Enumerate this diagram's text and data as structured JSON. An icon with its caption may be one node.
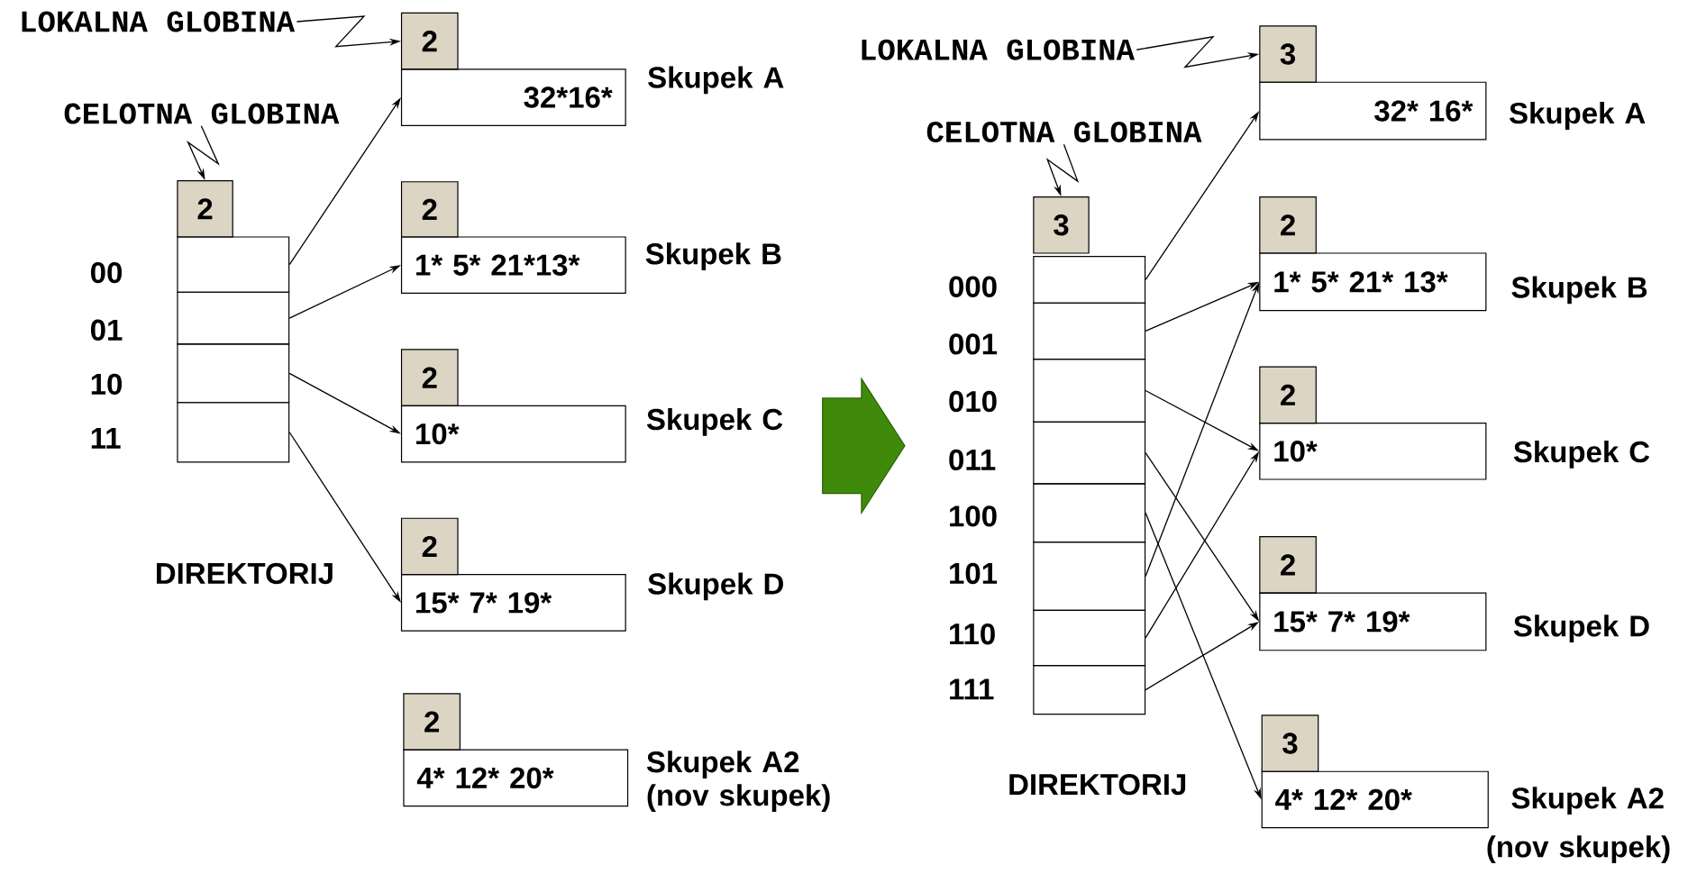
{
  "diagram": {
    "nodes": [
      {
        "text": [
          "LOKALNA GLOBINA"
        ]
      },
      {
        "text": [
          "2"
        ]
      },
      {
        "text": [
          "32*16*"
        ],
        "beside": [
          "Skupek A"
        ]
      },
      {
        "text": [
          "CELOTNA GLOBINA"
        ]
      },
      {
        "text": [
          "2"
        ]
      },
      {
        "text": [],
        "shape": "box",
        "beside": [
          "00"
        ]
      },
      {
        "text": [],
        "shape": "box",
        "beside": [
          "01"
        ]
      },
      {
        "text": [],
        "shape": "box",
        "beside": [
          "10"
        ]
      },
      {
        "text": [],
        "shape": "box",
        "beside": [
          "11"
        ]
      },
      {
        "text": [
          "2"
        ]
      },
      {
        "text": [
          "1* 5* 21*13*"
        ],
        "beside": [
          "Skupek B"
        ]
      },
      {
        "text": [
          "2"
        ]
      },
      {
        "text": [
          "10*"
        ],
        "beside": [
          "Skupek C"
        ]
      },
      {
        "text": [
          "2"
        ]
      },
      {
        "text": [
          "15* 7* 19*"
        ],
        "beside": [
          "Skupek D"
        ]
      },
      {
        "text": [
          "2"
        ]
      },
      {
        "text": [
          "4* 12* 20*"
        ],
        "beside": [
          "Skupek A2 (nov skupek)"
        ]
      },
      {
        "text": [
          "LOKALNA GLOBINA"
        ]
      },
      {
        "text": [
          "3"
        ]
      },
      {
        "text": [
          "32* 16*"
        ],
        "beside": [
          "Skupek A"
        ]
      },
      {
        "text": [
          "CELOTNA GLOBINA"
        ]
      },
      {
        "text": [
          "3"
        ]
      },
      {
        "text": [],
        "shape": "box",
        "beside": [
          "000"
        ]
      },
      {
        "text": [],
        "shape": "box",
        "beside": [
          "001"
        ]
      },
      {
        "text": [],
        "shape": "box",
        "beside": [
          "010"
        ]
      },
      {
        "text": [],
        "shape": "box",
        "beside": [
          "011"
        ]
      },
      {
        "text": [],
        "shape": "box",
        "beside": [
          "100"
        ]
      },
      {
        "text": [],
        "shape": "box",
        "beside": [
          "101"
        ]
      },
      {
        "text": [],
        "shape": "box",
        "beside": [
          "110"
        ]
      },
      {
        "text": [],
        "shape": "box",
        "beside": [
          "111"
        ]
      },
      {
        "text": [
          "2"
        ]
      },
      {
        "text": [
          "1* 5* 21* 13*"
        ],
        "beside": [
          "Skupek B"
        ]
      },
      {
        "text": [
          "2"
        ]
      },
      {
        "text": [
          "10*"
        ],
        "beside": [
          "Skupek C"
        ]
      },
      {
        "text": [
          "2"
        ]
      },
      {
        "text": [
          "15* 7* 19*"
        ],
        "beside": [
          "Skupek D"
        ]
      },
      {
        "text": [
          "3"
        ]
      },
      {
        "text": [
          "4* 12* 20*"
        ],
        "beside": [
          "Skupek A2",
          "(nov skupek)"
        ]
      }
    ],
    "edges": [
      {
        "from": 0,
        "to": 1,
        "arrow": "to"
      },
      {
        "from": 3,
        "to": 4,
        "arrow": "to"
      },
      {
        "from": 5,
        "to": 2,
        "arrow": "to"
      },
      {
        "from": 6,
        "to": 10,
        "arrow": "to"
      },
      {
        "from": 7,
        "to": 12,
        "arrow": "to"
      },
      {
        "from": 8,
        "to": 14,
        "arrow": "to"
      },
      {
        "from": 17,
        "to": 18,
        "arrow": "to"
      },
      {
        "from": 20,
        "to": 21,
        "arrow": "to"
      },
      {
        "from": 22,
        "to": 19,
        "arrow": "to"
      },
      {
        "from": 23,
        "to": 31,
        "arrow": "to"
      },
      {
        "from": 24,
        "to": 33,
        "arrow": "to"
      },
      {
        "from": 25,
        "to": 35,
        "arrow": "to"
      },
      {
        "from": 26,
        "to": 37,
        "arrow": "to"
      },
      {
        "from": 27,
        "to": 31,
        "arrow": "to"
      },
      {
        "from": 28,
        "to": 33,
        "arrow": "to"
      },
      {
        "from": 29,
        "to": 35,
        "arrow": "to"
      }
    ],
    "labels": [
      "DIREKTORIJ",
      "DIREKTORIJ"
    ]
  }
}
